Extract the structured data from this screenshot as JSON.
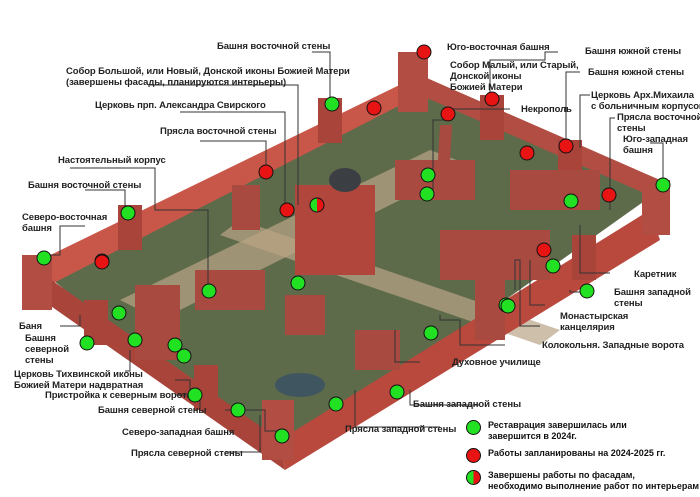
{
  "legend": [
    {
      "status": "green",
      "color": "#22e022",
      "text": "Реставрация завершилась или\nзавершится в 2024г."
    },
    {
      "status": "red",
      "color": "#e81414",
      "text": "Работы запланированы на 2024-2025 гг."
    },
    {
      "status": "half",
      "color": "#22e022/#e81414",
      "text": "Завершены работы по фасадам,\nнеобходимо выполнение работ по интерьерам"
    }
  ],
  "labels": [
    {
      "id": "bashnya-vostochnoy-1",
      "text": "Башня восточной стены"
    },
    {
      "id": "sobor-bolshoy",
      "text": "Собор Большой, или Новый, Донской иконы Божией Матери\n(завершены фасады, планируются интерьеры)"
    },
    {
      "id": "tserkov-svirskogo",
      "text": "Церковь прп. Александра Свирского"
    },
    {
      "id": "prysla-vostochnoy-1",
      "text": "Прясла восточной стены"
    },
    {
      "id": "nastoyatelsky",
      "text": "Настоятельный корпус"
    },
    {
      "id": "bashnya-vostochnoy-2",
      "text": "Башня восточной стены"
    },
    {
      "id": "severo-vostochnaya",
      "text": "Северо-восточная\nбашня"
    },
    {
      "id": "banya",
      "text": "Баня"
    },
    {
      "id": "bashnya-severnoy-1",
      "text": "Башня\nсеверной\nстены"
    },
    {
      "id": "tserkov-tikhvinskoy",
      "text": "Церковь Тихвинской иконы\nБожией Матери надвратная"
    },
    {
      "id": "pristroyka",
      "text": "Пристройка к северным воротам"
    },
    {
      "id": "bashnya-severnoy-2",
      "text": "Башня северной стены"
    },
    {
      "id": "severo-zapadnaya",
      "text": "Северо-западная башня"
    },
    {
      "id": "prysla-severnoy",
      "text": "Прясла северной стены"
    },
    {
      "id": "prysla-zapadnoy",
      "text": "Прясла западной стены"
    },
    {
      "id": "bashnya-zapadnoy-1",
      "text": "Башня западной стены"
    },
    {
      "id": "dukhovnoe",
      "text": "Духовное училище"
    },
    {
      "id": "kolokolnya",
      "text": "Колокольня. Западные ворота"
    },
    {
      "id": "kantselyariya",
      "text": "Монастырская\nканцелярия"
    },
    {
      "id": "bashnya-zapadnoy-2",
      "text": "Башня западной\nстены"
    },
    {
      "id": "karetnik",
      "text": "Каретник"
    },
    {
      "id": "yugo-zapadnaya",
      "text": "Юго-западная\nбашня"
    },
    {
      "id": "prysla-vostochnoy-2",
      "text": "Прясла восточной\nстены"
    },
    {
      "id": "tserkov-mikhaila",
      "text": "Церковь Арх.Михаила\nс больничным корпусом"
    },
    {
      "id": "bashnya-yuzhnoy-1",
      "text": "Башня южной стены"
    },
    {
      "id": "bashnya-yuzhnoy-2",
      "text": "Башня южной стены"
    },
    {
      "id": "nekropol",
      "text": "Некрополь"
    },
    {
      "id": "sobor-maly",
      "text": "Собор Малый, или Старый,\nДонской иконы\nБожией Матери"
    },
    {
      "id": "yugo-vostochnaya",
      "text": "Юго-восточная башня"
    }
  ],
  "markers": [
    {
      "status": "green"
    },
    {
      "status": "red"
    },
    {
      "status": "red"
    },
    {
      "status": "red"
    },
    {
      "status": "red"
    },
    {
      "status": "red"
    },
    {
      "status": "red"
    },
    {
      "status": "red"
    },
    {
      "status": "green"
    },
    {
      "status": "green"
    },
    {
      "status": "green"
    },
    {
      "status": "green"
    },
    {
      "status": "red"
    },
    {
      "status": "red"
    },
    {
      "status": "half"
    },
    {
      "status": "green"
    },
    {
      "status": "red"
    },
    {
      "status": "green"
    },
    {
      "status": "green"
    },
    {
      "status": "green"
    },
    {
      "status": "green"
    },
    {
      "status": "green"
    },
    {
      "status": "green"
    },
    {
      "status": "green"
    },
    {
      "status": "green"
    },
    {
      "status": "green"
    },
    {
      "status": "green"
    },
    {
      "status": "green"
    },
    {
      "status": "green"
    },
    {
      "status": "green"
    },
    {
      "status": "green"
    },
    {
      "status": "green"
    },
    {
      "status": "red"
    },
    {
      "status": "red"
    },
    {
      "status": "green"
    },
    {
      "status": "green"
    },
    {
      "status": "green"
    }
  ]
}
